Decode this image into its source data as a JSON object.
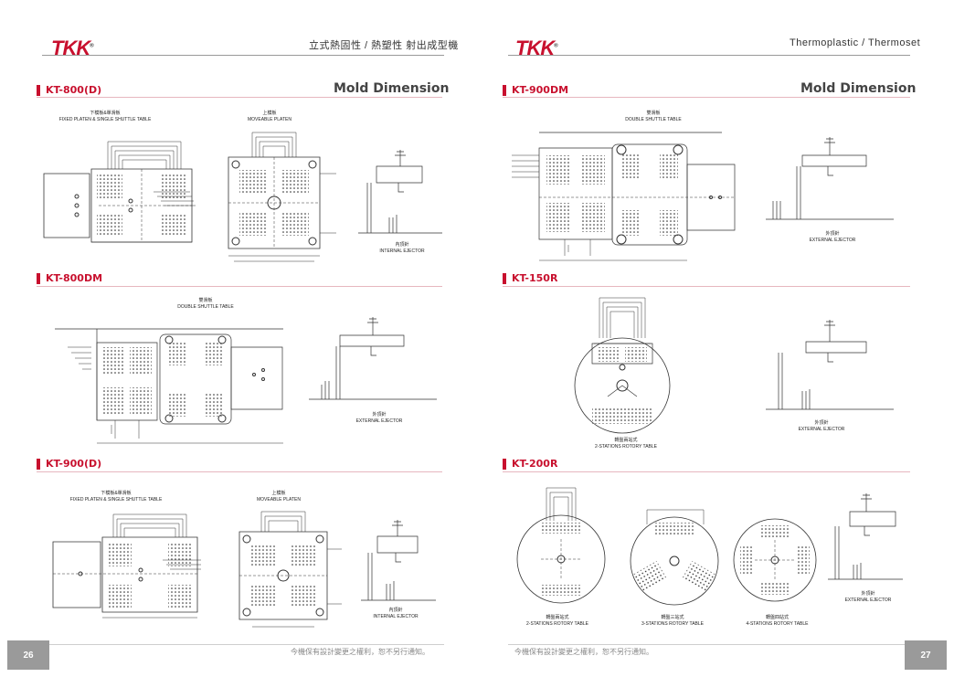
{
  "header": {
    "brand": "TKK",
    "left_title": "立式熱固性 / 熱塑性 射出成型機",
    "right_title": "Thermoplastic / Thermoset"
  },
  "left_page": {
    "number": "26",
    "footer": "今機保有設計變更之權利，恕不另行通知。",
    "heading": "Mold Dimension",
    "sections": [
      {
        "model": "KT-800(D)",
        "captions": [
          {
            "zh": "下模板&單滑板",
            "en": "FIXED PLATEN & SINGLE SHUTTLE TABLE"
          },
          {
            "zh": "上模板",
            "en": "MOVEABLE PLATEN"
          },
          {
            "zh": "內頂針",
            "en": "INTERNAL EJECTOR"
          }
        ]
      },
      {
        "model": "KT-800DM",
        "captions": [
          {
            "zh": "雙滑板",
            "en": "DOUBLE SHUTTLE TABLE"
          },
          {
            "zh": "外頂針",
            "en": "EXTERNAL EJECTOR"
          }
        ]
      },
      {
        "model": "KT-900(D)",
        "captions": [
          {
            "zh": "下模板&單滑板",
            "en": "FIXED PLATEN & SINGLE SHUTTLE TABLE"
          },
          {
            "zh": "上模板",
            "en": "MOVEABLE PLATEN"
          },
          {
            "zh": "內頂針",
            "en": "INTERNAL EJECTOR"
          }
        ]
      }
    ]
  },
  "right_page": {
    "number": "27",
    "footer": "今機保有設計變更之權利，恕不另行通知。",
    "heading": "Mold Dimension",
    "sections": [
      {
        "model": "KT-900DM",
        "captions": [
          {
            "zh": "雙滑板",
            "en": "DOUBLE SHUTTLE TABLE"
          },
          {
            "zh": "外頂針",
            "en": "EXTERNAL EJECTOR"
          }
        ]
      },
      {
        "model": "KT-150R",
        "captions": [
          {
            "zh": "轉盤兩站式",
            "en": "2-STATIONS ROTORY TABLE"
          },
          {
            "zh": "外頂針",
            "en": "EXTERNAL EJECTOR"
          }
        ]
      },
      {
        "model": "KT-200R",
        "captions": [
          {
            "zh": "轉盤兩站式",
            "en": "2-STATIONS ROTORY TABLE"
          },
          {
            "zh": "轉盤三站式",
            "en": "3-STATIONS ROTORY TABLE"
          },
          {
            "zh": "轉盤四站式",
            "en": "4-STATIONS ROTORY TABLE"
          },
          {
            "zh": "外頂針",
            "en": "EXTERNAL EJECTOR"
          }
        ]
      }
    ]
  }
}
